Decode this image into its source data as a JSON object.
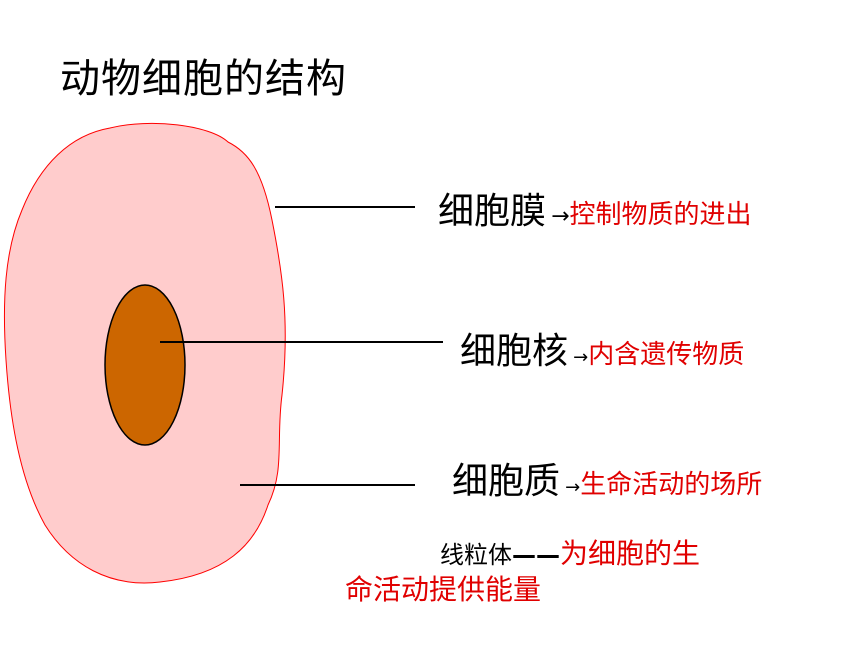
{
  "title": "动物细胞的结构",
  "colors": {
    "cytoplasm_fill": "#ffcccc",
    "membrane_stroke": "#ff0000",
    "nucleus_fill": "#cc6600",
    "text_red": "#e00000"
  },
  "labels": {
    "membrane": {
      "name": "细胞膜",
      "arrow": "→",
      "desc": "控制物质的进出"
    },
    "nucleus": {
      "name": "细胞核",
      "arrow": "→",
      "desc": "内含遗传物质"
    },
    "cytoplasm": {
      "name": "细胞质",
      "arrow": "→",
      "desc": "生命活动的场所"
    },
    "mitochondria": {
      "name": "线粒体",
      "dash": "——",
      "desc_line1": "为细胞的生",
      "desc_line2": "命活动提供能量"
    }
  }
}
